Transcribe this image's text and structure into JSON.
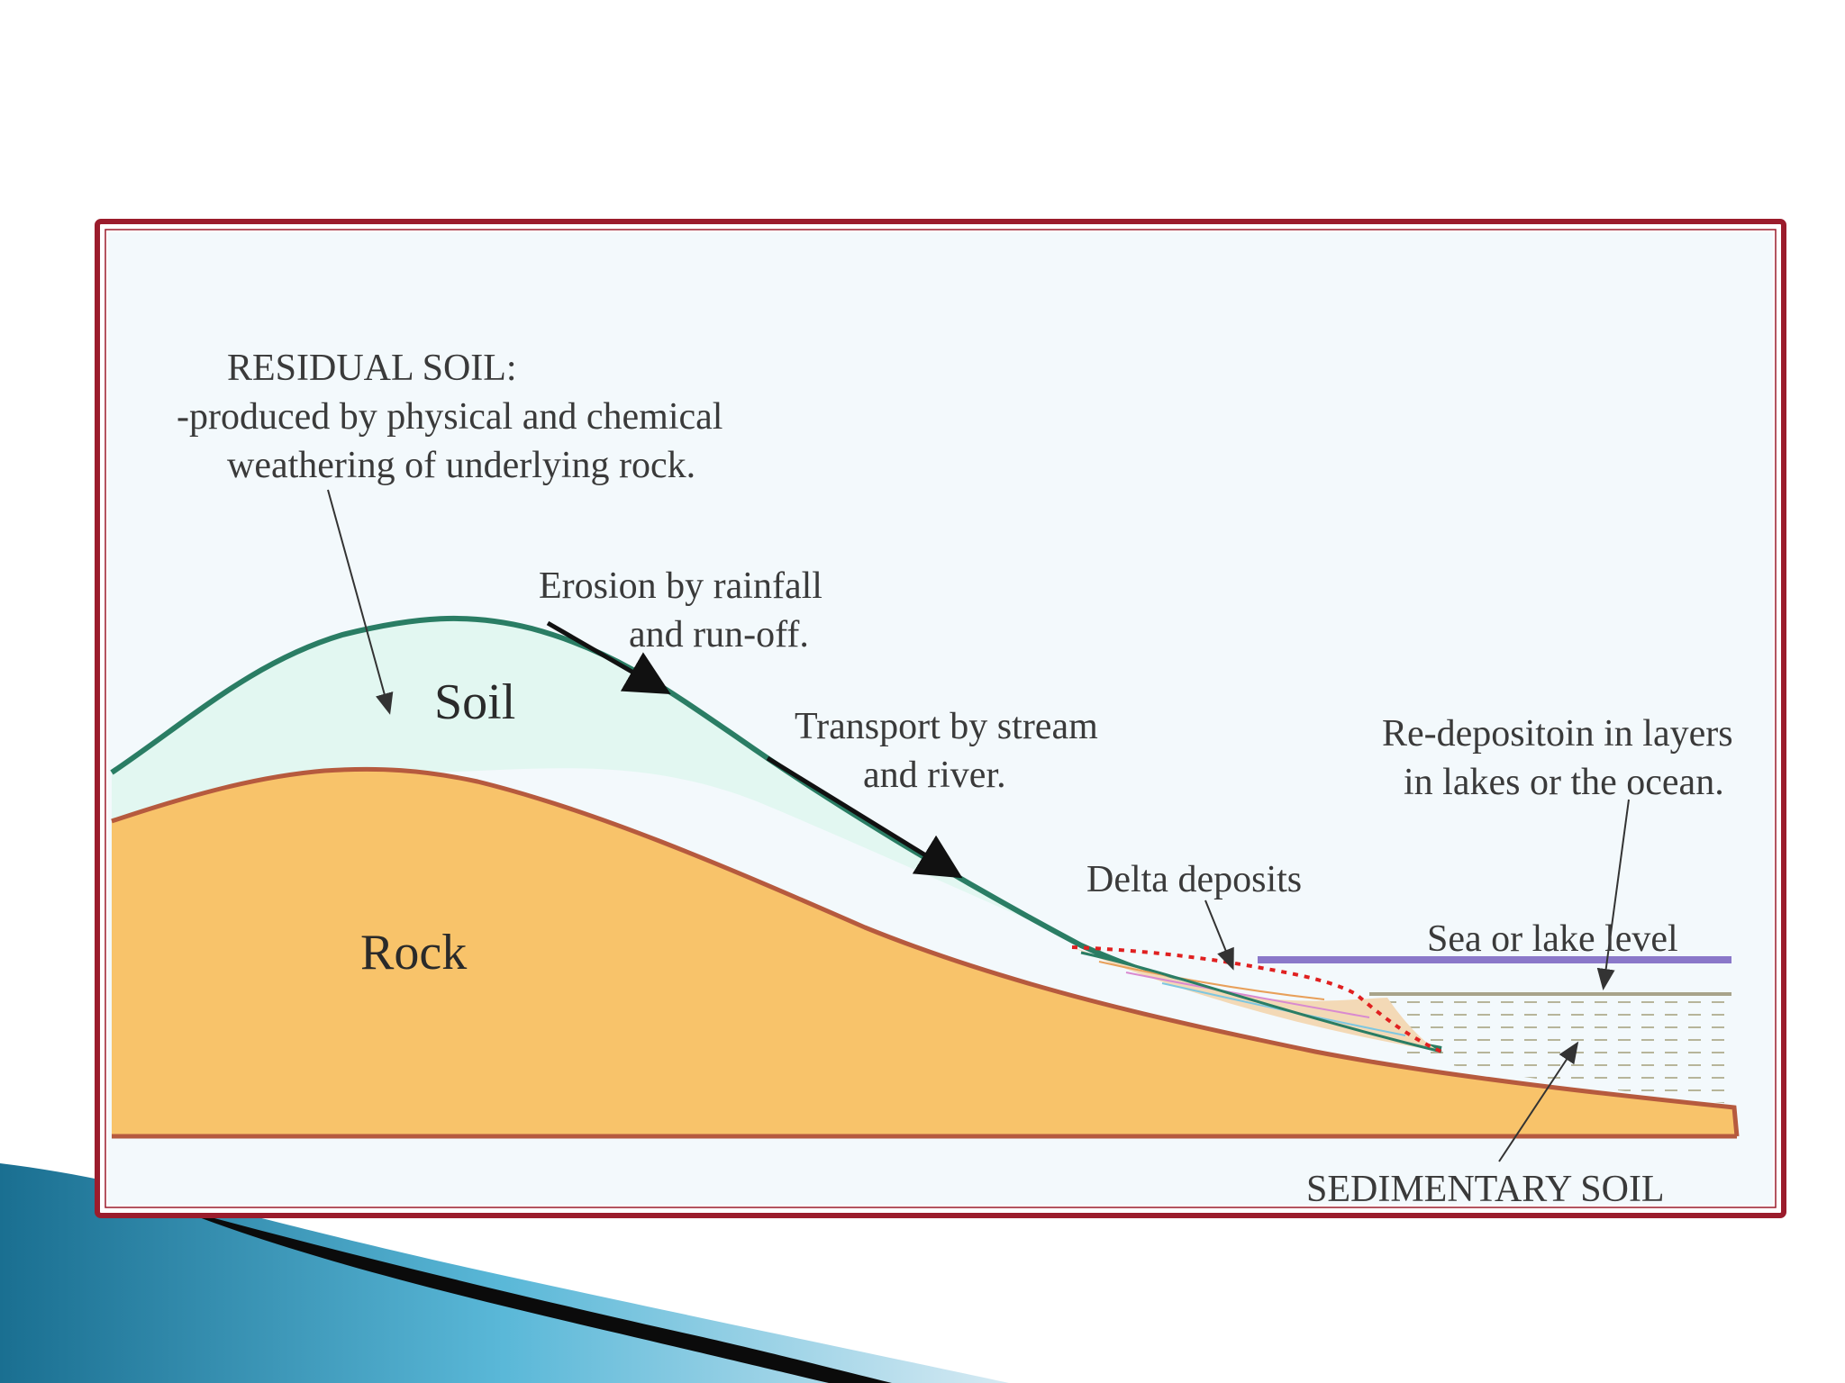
{
  "colors": {
    "frame_border": "#9b1c2c",
    "sky": "#f3f9fc",
    "soil_fill": "#e2f7f1",
    "soil_outline": "#2a7d64",
    "rock_fill": "#f8c36a",
    "rock_outline": "#b65a3e",
    "water_level": "#8a78c9",
    "delta_outline": "#e02020",
    "slide_accent_dark": "#1a6f91",
    "slide_accent_light": "#5ab8d8"
  },
  "diagram": {
    "residual_soil": {
      "title": "RESIDUAL SOIL:",
      "line1": "-produced by physical and chemical",
      "line2": "weathering of underlying rock."
    },
    "erosion": {
      "line1": "Erosion by rainfall",
      "line2": "and run-off."
    },
    "transport": {
      "line1": "Transport by stream",
      "line2": "and river."
    },
    "redeposition": {
      "line1": "Re-depositoin in layers",
      "line2": "in lakes or the ocean."
    },
    "delta": "Delta deposits",
    "sea_level": "Sea or lake level",
    "soil": "Soil",
    "rock": "Rock",
    "sedimentary": "SEDIMENTARY SOIL"
  }
}
